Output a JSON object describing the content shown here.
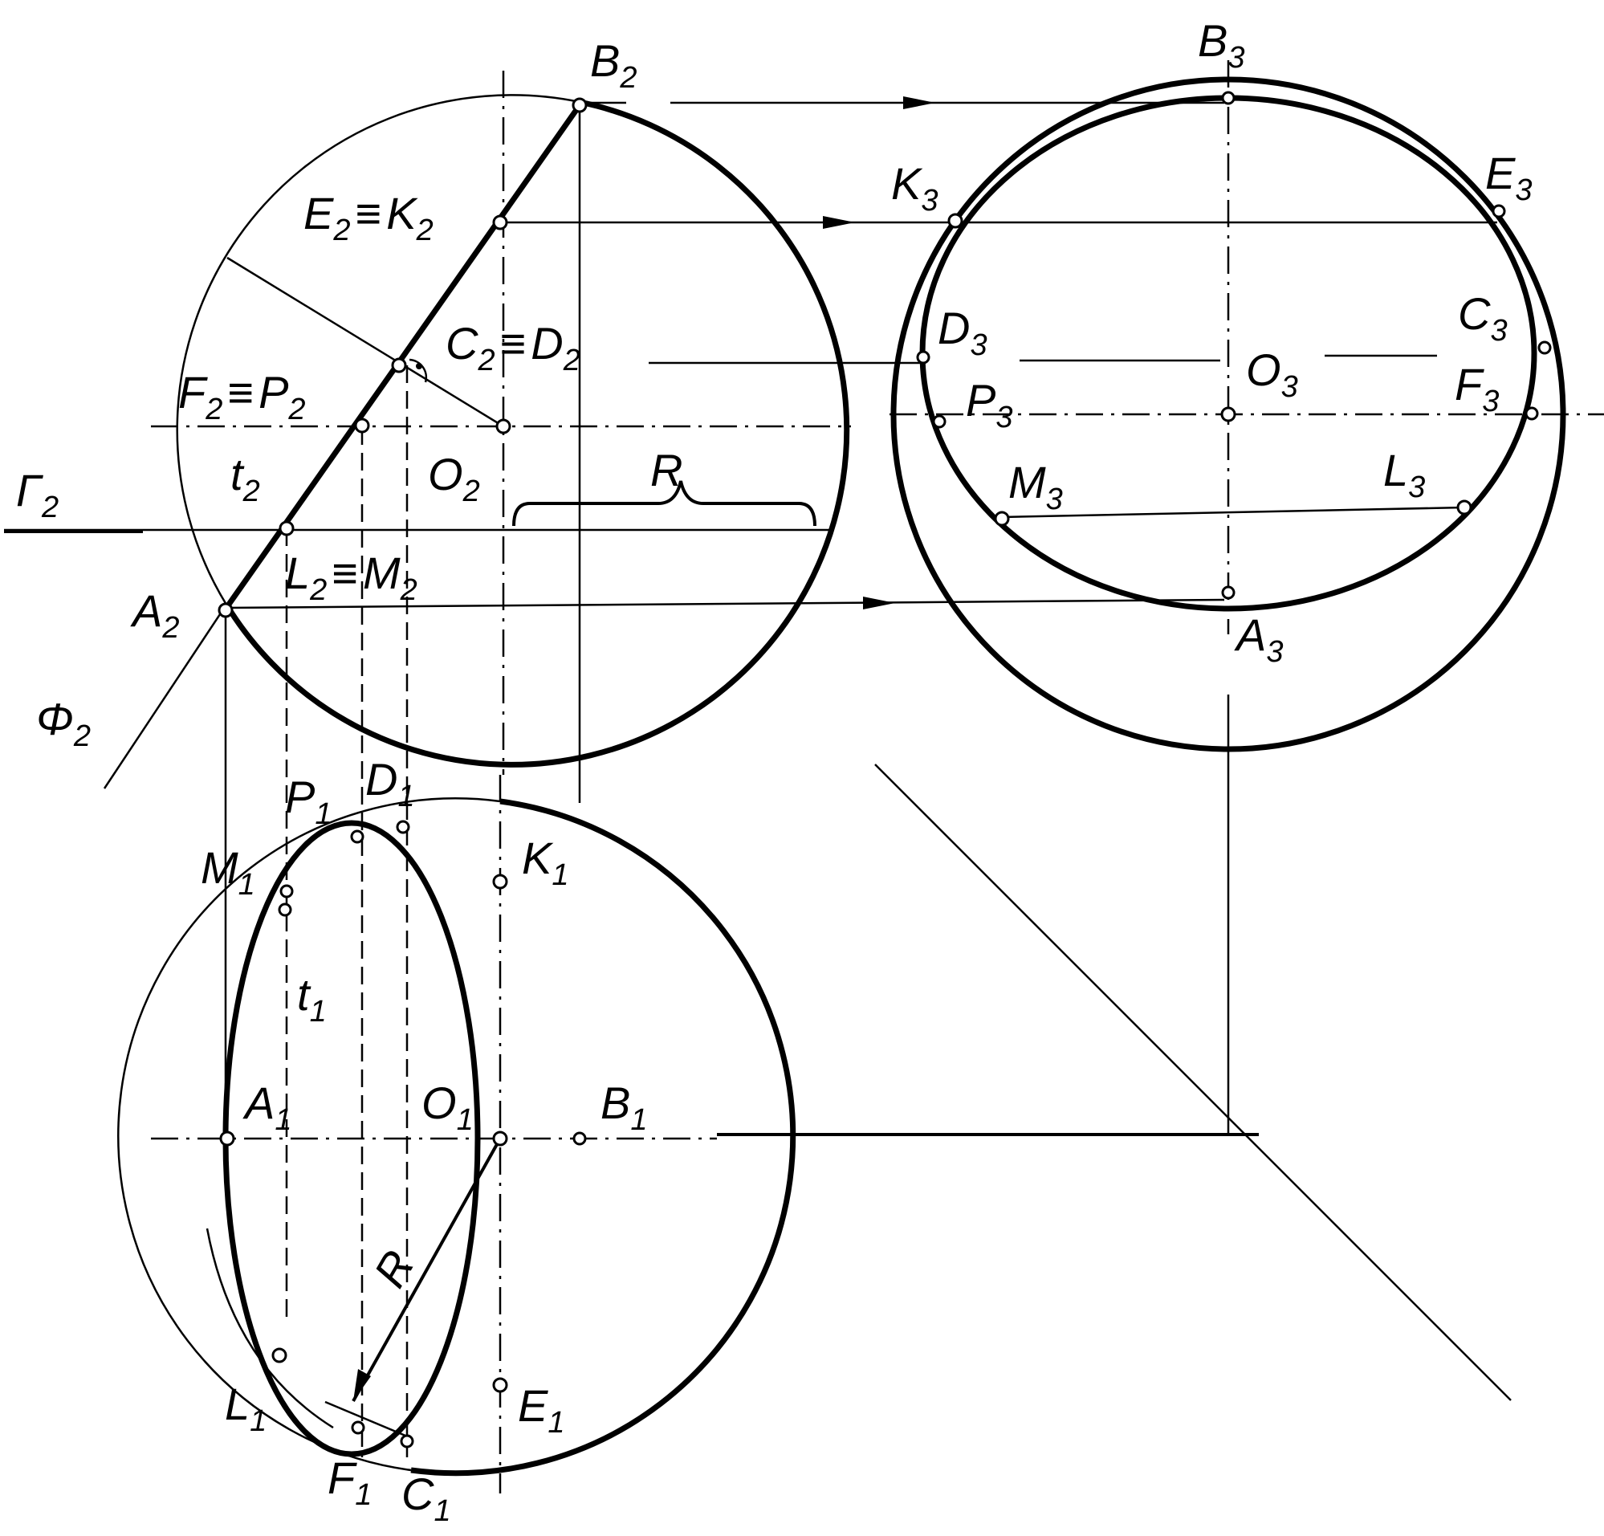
{
  "colors": {
    "ink": "#000000",
    "paper": "#ffffff"
  },
  "labels": {
    "B2": "B",
    "B2_sub": "2",
    "E2K2_a": "E",
    "E2K2_a_sub": "2",
    "E2K2_eq": "≡",
    "E2K2_b": "K",
    "E2K2_b_sub": "2",
    "C2D2_a": "C",
    "C2D2_a_sub": "2",
    "C2D2_eq": "≡",
    "C2D2_b": "D",
    "C2D2_b_sub": "2",
    "F2P2_a": "F",
    "F2P2_a_sub": "2",
    "F2P2_eq": "≡",
    "F2P2_b": "P",
    "F2P2_b_sub": "2",
    "t2": "t",
    "t2_sub": "2",
    "O2": "O",
    "O2_sub": "2",
    "Gamma2": "Γ",
    "Gamma2_sub": "2",
    "R_top": "R",
    "L2M2_a": "L",
    "L2M2_a_sub": "2",
    "L2M2_eq": "≡",
    "L2M2_b": "M",
    "L2M2_b_sub": "2",
    "A2": "A",
    "A2_sub": "2",
    "Phi2": "Φ",
    "Phi2_sub": "2",
    "B3": "B",
    "B3_sub": "3",
    "K3": "K",
    "K3_sub": "3",
    "E3": "E",
    "E3_sub": "3",
    "D3": "D",
    "D3_sub": "3",
    "C3": "C",
    "C3_sub": "3",
    "O3": "O",
    "O3_sub": "3",
    "P3": "P",
    "P3_sub": "3",
    "F3": "F",
    "F3_sub": "3",
    "M3": "M",
    "M3_sub": "3",
    "L3": "L",
    "L3_sub": "3",
    "A3": "A",
    "A3_sub": "3",
    "P1": "P",
    "P1_sub": "1",
    "D1": "D",
    "D1_sub": "1",
    "M1": "M",
    "M1_sub": "1",
    "K1": "K",
    "K1_sub": "1",
    "t1": "t",
    "t1_sub": "1",
    "A1": "A",
    "A1_sub": "1",
    "O1": "O",
    "O1_sub": "1",
    "B1": "B",
    "B1_sub": "1",
    "R_bottom": "R",
    "L1": "L",
    "L1_sub": "1",
    "E1": "E",
    "E1_sub": "1",
    "F1": "F",
    "F1_sub": "1",
    "C1": "C",
    "C1_sub": "1"
  }
}
